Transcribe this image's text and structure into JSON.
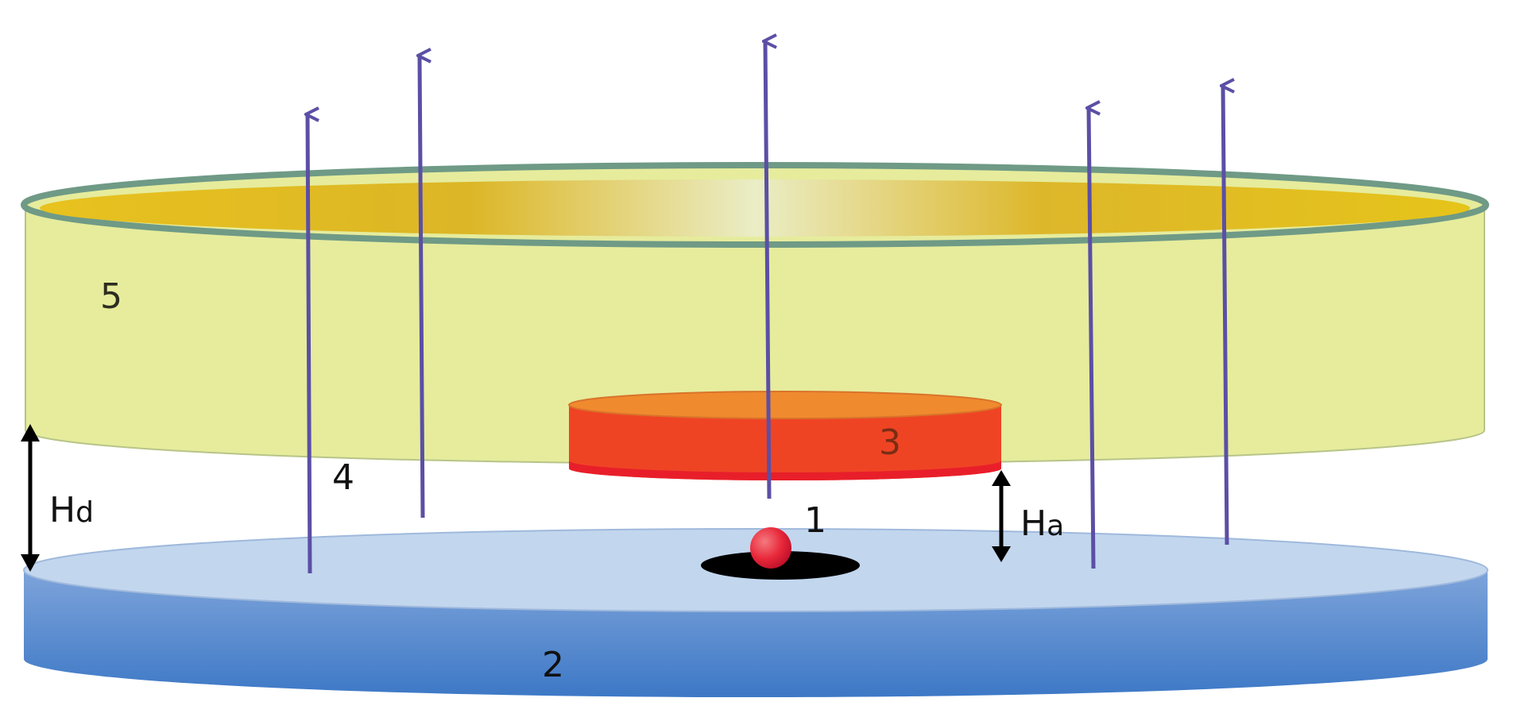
{
  "labels": {
    "ball": "1",
    "base_disk": "2",
    "magnet_disk": "3",
    "field_lines": "4",
    "ring": "5",
    "hd_main": "H",
    "hd_sub": "d",
    "ha_main": "H",
    "ha_sub": "a"
  },
  "colors": {
    "arrow": "#5b4fa5",
    "ring_fill": "#e6ec9c",
    "ring_rim": "#6f9a86",
    "ring_inner_edge": "#e6c21a",
    "ring_inner_center": "#e9ecc0",
    "disk_top": "#c2d6ee",
    "disk_side_top": "#7ea4da",
    "disk_side_bottom": "#3d78c6",
    "magnet_top": "#f08a2e",
    "magnet_side": "#ef4424",
    "magnet_bottom": "#e81f2a",
    "ball": "#e8283a",
    "hole": "#000000"
  },
  "icons": {
    "arrow": "up-arrow-icon",
    "dimension": "double-headed-arrow-icon"
  }
}
